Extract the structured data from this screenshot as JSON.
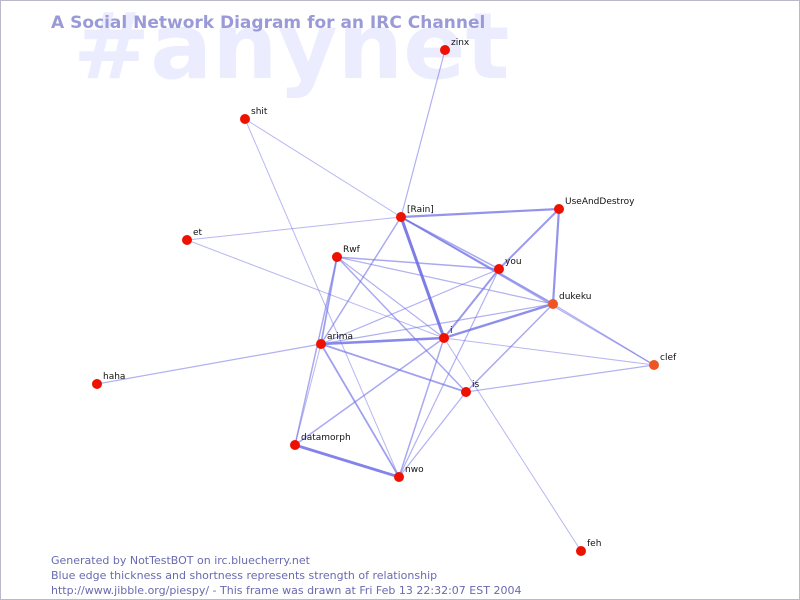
{
  "header": {
    "title": "A Social Network Diagram for an IRC Channel",
    "channel_watermark": "#anynet"
  },
  "colors": {
    "edge": "#6f6fe6",
    "node_recent": "#ee1100",
    "node_older": "#ee5522",
    "title": "#9a9ad8",
    "watermark": "#ececff"
  },
  "nodes": [
    {
      "id": "zinx",
      "label": "zinx"
    },
    {
      "id": "shit",
      "label": "shit"
    },
    {
      "id": "rain",
      "label": "[Rain]"
    },
    {
      "id": "useanddestroy",
      "label": "UseAndDestroy"
    },
    {
      "id": "et",
      "label": "et"
    },
    {
      "id": "rwf",
      "label": "Rwf"
    },
    {
      "id": "you",
      "label": "you"
    },
    {
      "id": "dukeku",
      "label": "dukeku"
    },
    {
      "id": "i",
      "label": "i"
    },
    {
      "id": "arima",
      "label": "arima"
    },
    {
      "id": "clef",
      "label": "clef"
    },
    {
      "id": "haha",
      "label": "haha"
    },
    {
      "id": "is",
      "label": "is"
    },
    {
      "id": "datamorph",
      "label": "datamorph"
    },
    {
      "id": "nwo",
      "label": "nwo"
    },
    {
      "id": "feh",
      "label": "feh"
    }
  ],
  "edges": [
    {
      "from": "zinx",
      "to": "rain",
      "weight": 1.2
    },
    {
      "from": "shit",
      "to": "rain",
      "weight": 1.0
    },
    {
      "from": "shit",
      "to": "nwo",
      "weight": 1.0
    },
    {
      "from": "et",
      "to": "rain",
      "weight": 1.0
    },
    {
      "from": "et",
      "to": "i",
      "weight": 1.0
    },
    {
      "from": "rain",
      "to": "useanddestroy",
      "weight": 2.2
    },
    {
      "from": "rain",
      "to": "i",
      "weight": 3.0
    },
    {
      "from": "rain",
      "to": "you",
      "weight": 1.5
    },
    {
      "from": "rain",
      "to": "dukeku",
      "weight": 2.0
    },
    {
      "from": "rain",
      "to": "arima",
      "weight": 1.5
    },
    {
      "from": "rain",
      "to": "clef",
      "weight": 1.2
    },
    {
      "from": "useanddestroy",
      "to": "you",
      "weight": 2.0
    },
    {
      "from": "useanddestroy",
      "to": "dukeku",
      "weight": 2.2
    },
    {
      "from": "rwf",
      "to": "you",
      "weight": 1.5
    },
    {
      "from": "rwf",
      "to": "dukeku",
      "weight": 1.2
    },
    {
      "from": "rwf",
      "to": "arima",
      "weight": 1.8
    },
    {
      "from": "rwf",
      "to": "is",
      "weight": 1.5
    },
    {
      "from": "rwf",
      "to": "i",
      "weight": 1.2
    },
    {
      "from": "rwf",
      "to": "datamorph",
      "weight": 1.5
    },
    {
      "from": "you",
      "to": "i",
      "weight": 2.0
    },
    {
      "from": "you",
      "to": "arima",
      "weight": 1.2
    },
    {
      "from": "you",
      "to": "nwo",
      "weight": 1.2
    },
    {
      "from": "i",
      "to": "dukeku",
      "weight": 2.4
    },
    {
      "from": "i",
      "to": "arima",
      "weight": 2.6
    },
    {
      "from": "i",
      "to": "clef",
      "weight": 1.0
    },
    {
      "from": "i",
      "to": "nwo",
      "weight": 1.5
    },
    {
      "from": "i",
      "to": "datamorph",
      "weight": 1.5
    },
    {
      "from": "i",
      "to": "feh",
      "weight": 1.0
    },
    {
      "from": "arima",
      "to": "haha",
      "weight": 1.2
    },
    {
      "from": "arima",
      "to": "nwo",
      "weight": 1.8
    },
    {
      "from": "arima",
      "to": "datamorph",
      "weight": 1.0
    },
    {
      "from": "arima",
      "to": "is",
      "weight": 1.8
    },
    {
      "from": "arima",
      "to": "dukeku",
      "weight": 1.2
    },
    {
      "from": "dukeku",
      "to": "clef",
      "weight": 1.2
    },
    {
      "from": "dukeku",
      "to": "is",
      "weight": 1.5
    },
    {
      "from": "is",
      "to": "clef",
      "weight": 1.2
    },
    {
      "from": "is",
      "to": "nwo",
      "weight": 1.2
    },
    {
      "from": "datamorph",
      "to": "nwo",
      "weight": 2.8
    }
  ],
  "footer": {
    "line1": "Generated by NotTestBOT on irc.bluecherry.net",
    "line2": "Blue edge thickness and shortness represents strength of relationship",
    "line3": "http://www.jibble.org/piespy/ - This frame was drawn at Fri Feb 13 22:32:07 EST 2004"
  }
}
